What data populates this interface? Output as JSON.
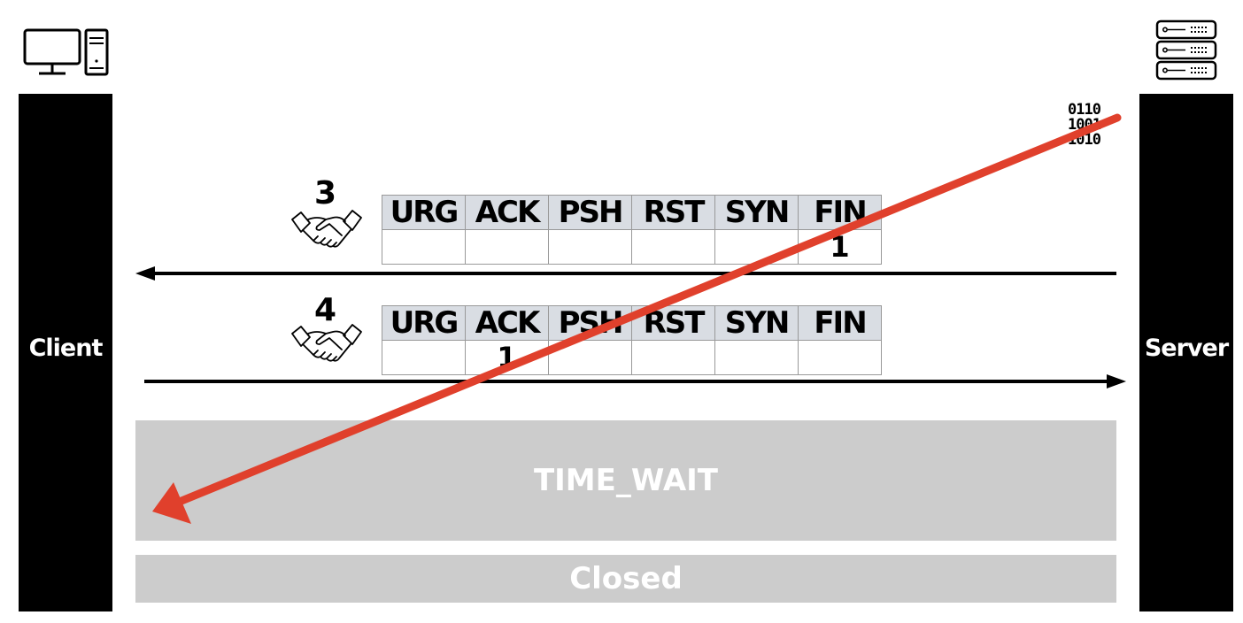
{
  "client": {
    "label": "Client",
    "icon": "desktop-computer-icon"
  },
  "server": {
    "label": "Server",
    "icon": "server-rack-icon"
  },
  "data_bits": [
    "0110",
    "1001",
    "1010"
  ],
  "flag_headers": [
    "URG",
    "ACK",
    "PSH",
    "RST",
    "SYN",
    "FIN"
  ],
  "steps": [
    {
      "number": "3",
      "icon": "handshake-icon",
      "direction": "server-to-client",
      "flag_values": [
        "",
        "",
        "",
        "",
        "",
        "1"
      ]
    },
    {
      "number": "4",
      "icon": "handshake-icon",
      "direction": "client-to-server",
      "flag_values": [
        "",
        "1",
        "",
        "",
        "",
        ""
      ]
    }
  ],
  "states": {
    "time_wait": "TIME_WAIT",
    "closed": "Closed"
  },
  "colors": {
    "column": "#000000",
    "state_band": "#cccccc",
    "flag_header": "#d9dde3",
    "red_arrow": "#e0402c"
  }
}
